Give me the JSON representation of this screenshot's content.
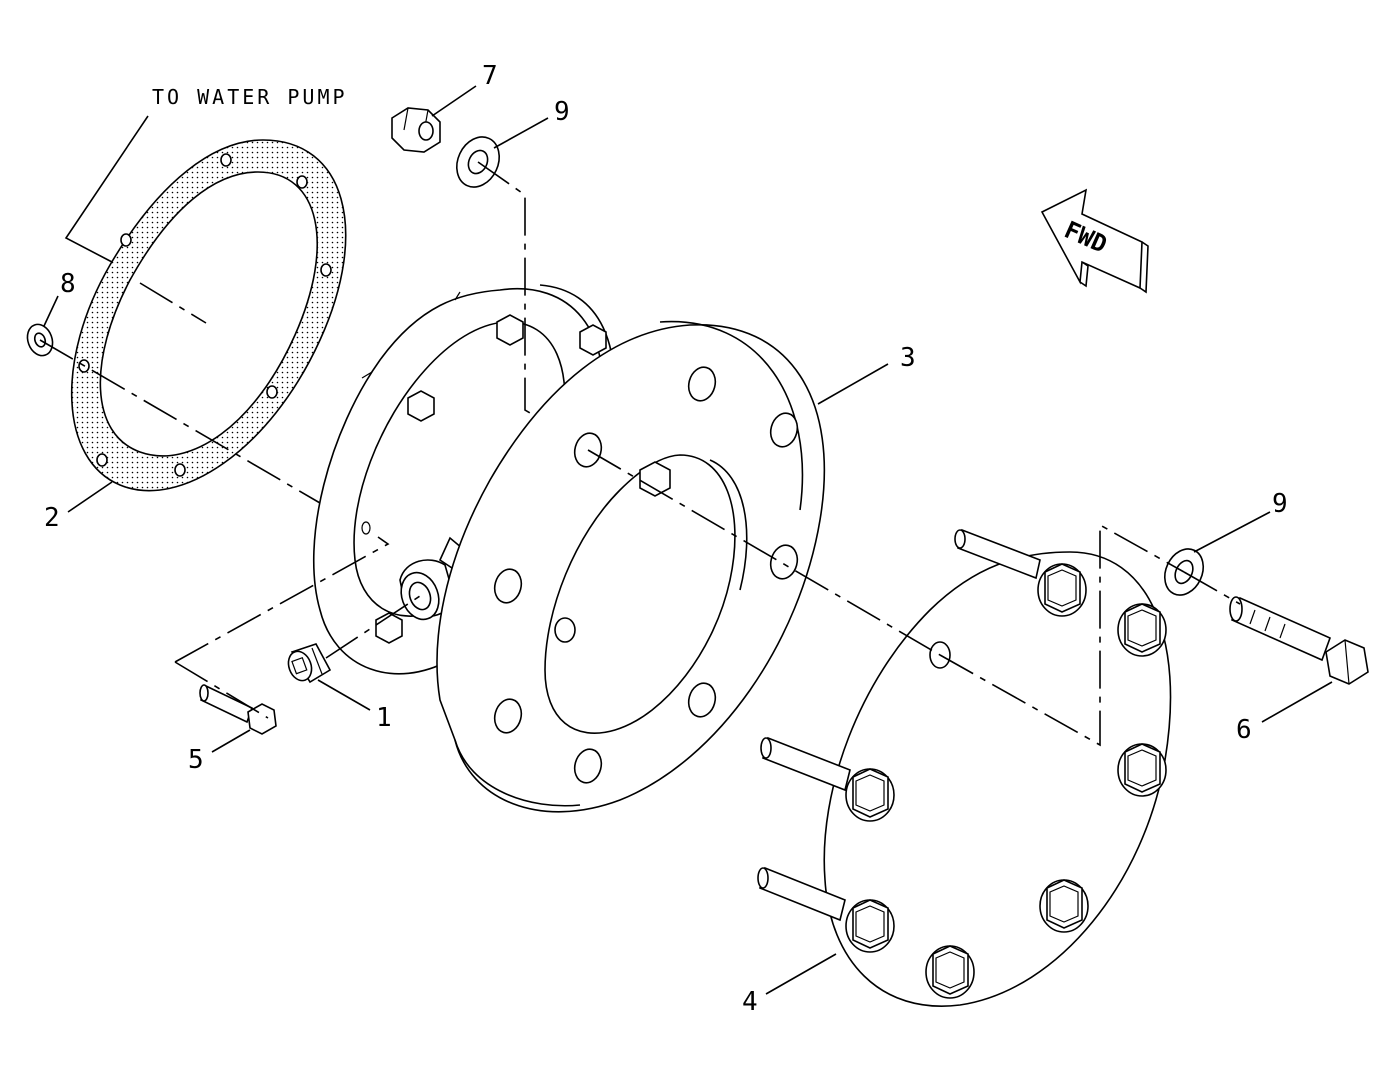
{
  "note": {
    "text": "TO WATER PUMP"
  },
  "direction_arrow": {
    "label": "FWD"
  },
  "callouts": [
    {
      "id": "c1",
      "label": "1"
    },
    {
      "id": "c2",
      "label": "2"
    },
    {
      "id": "c3",
      "label": "3"
    },
    {
      "id": "c4",
      "label": "4"
    },
    {
      "id": "c5",
      "label": "5"
    },
    {
      "id": "c6",
      "label": "6"
    },
    {
      "id": "c7",
      "label": "7"
    },
    {
      "id": "c8",
      "label": "8"
    },
    {
      "id": "c9a",
      "label": "9"
    },
    {
      "id": "c9b",
      "label": "9"
    }
  ],
  "colors": {
    "line": "#000000",
    "background": "#ffffff",
    "gasket_dots": "#000000"
  }
}
